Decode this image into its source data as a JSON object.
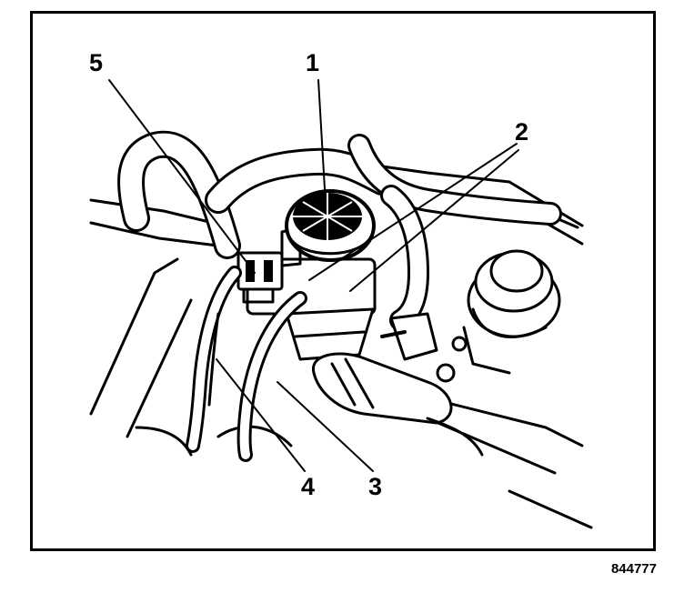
{
  "callouts": {
    "c1": "1",
    "c2": "2",
    "c3": "3",
    "c4": "4",
    "c5": "5"
  },
  "figure_id": "844777",
  "colors": {
    "ink": "#000000",
    "paper": "#ffffff"
  }
}
